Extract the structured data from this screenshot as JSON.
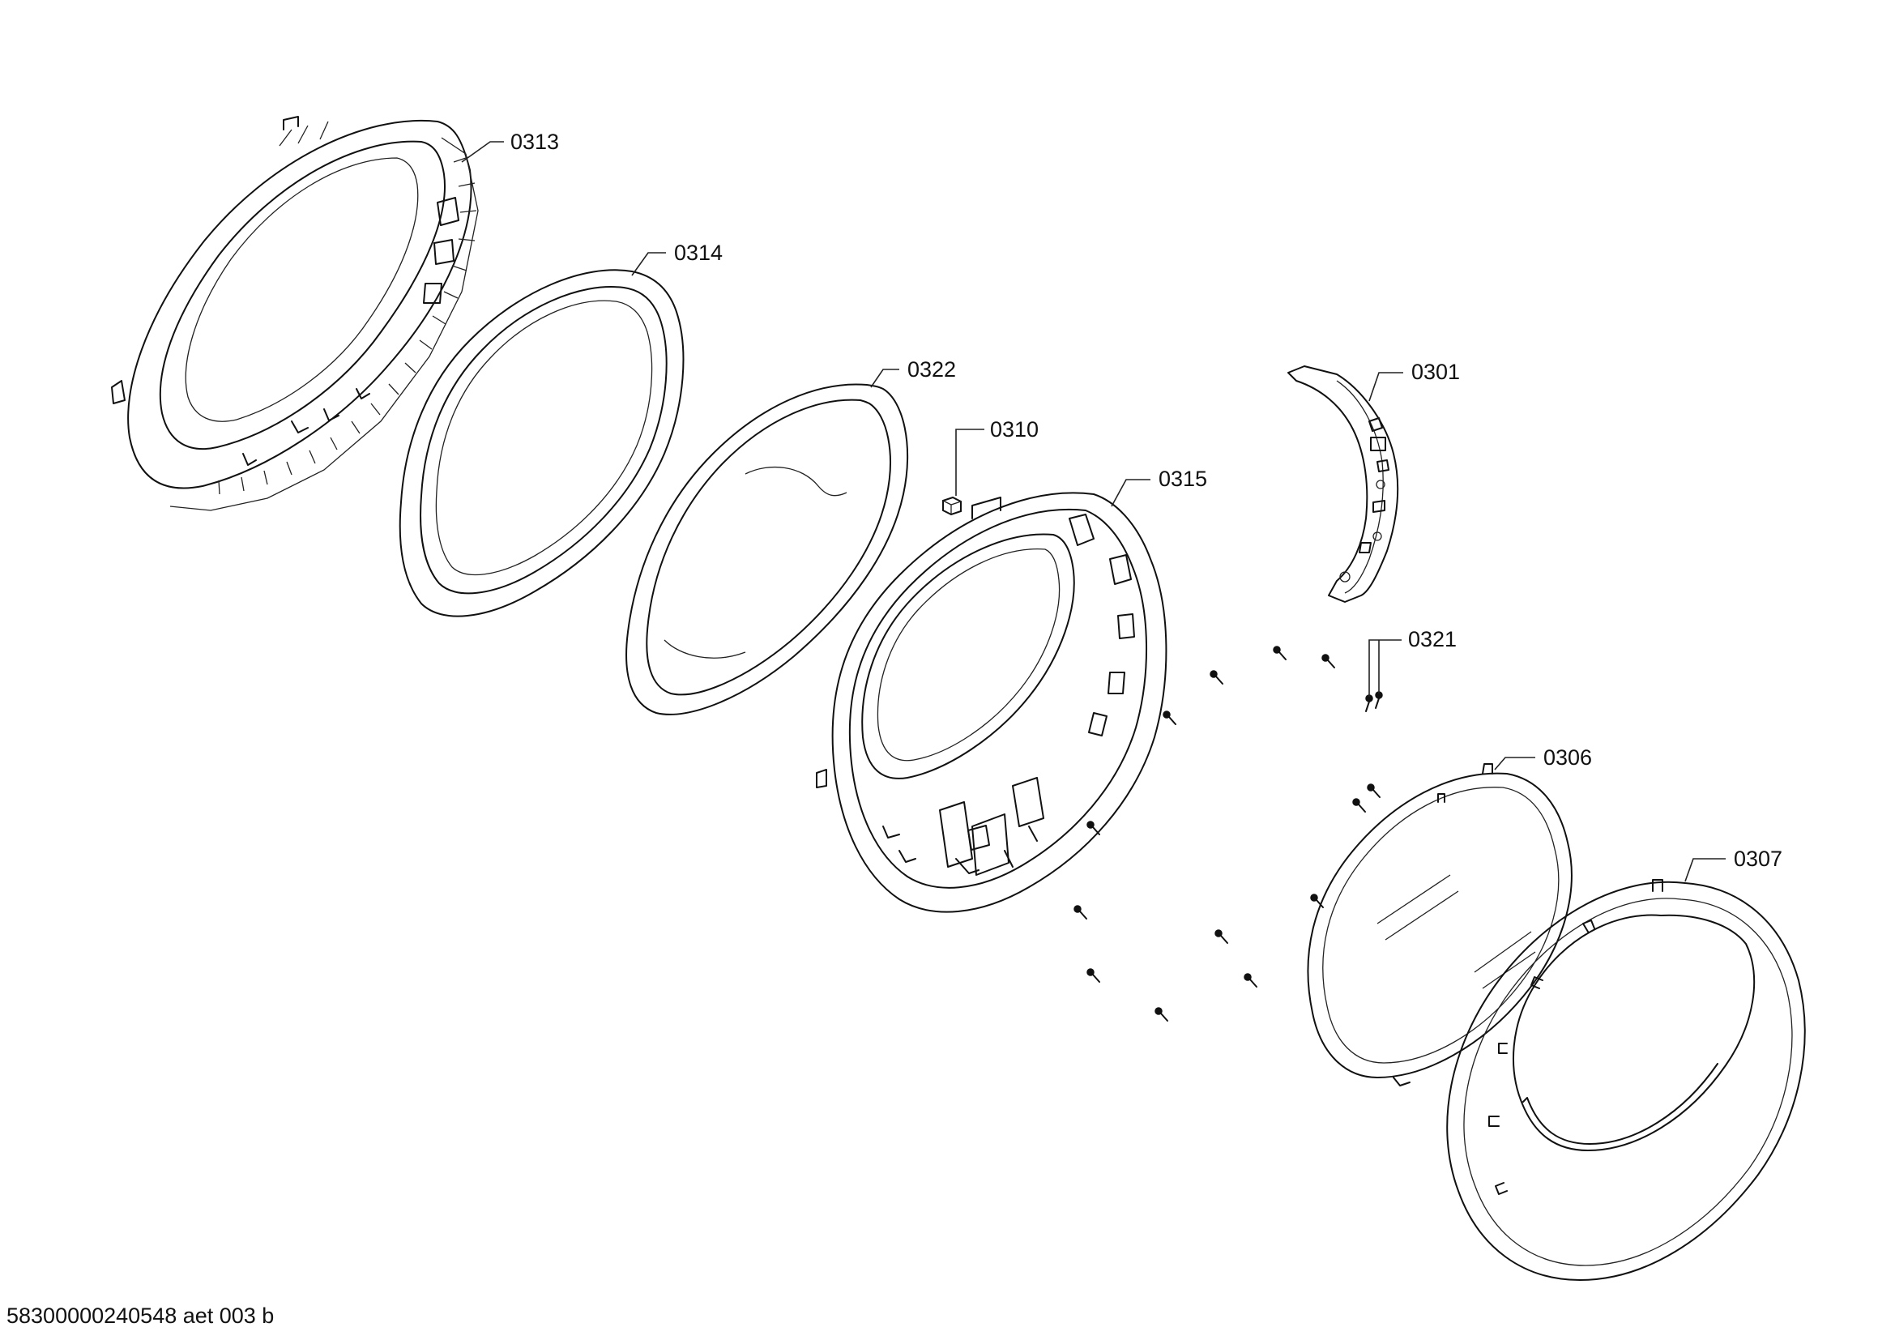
{
  "document_number": "58300000240548 aet 003 b",
  "callouts": {
    "p0313": "0313",
    "p0314": "0314",
    "p0322": "0322",
    "p0310": "0310",
    "p0301": "0301",
    "p0315": "0315",
    "p0321": "0321",
    "p0306": "0306",
    "p0307": "0307"
  },
  "colors": {
    "line": "#111111",
    "background": "#ffffff"
  }
}
